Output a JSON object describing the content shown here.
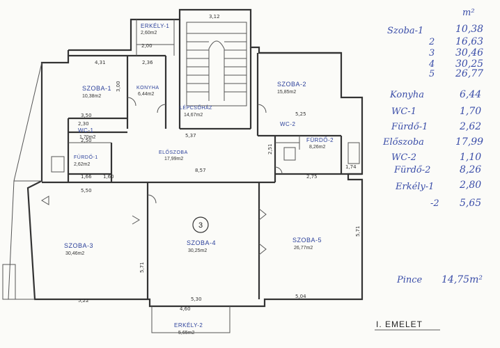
{
  "plan": {
    "floor_label": "I. EMELET",
    "unit_number": "3",
    "rooms": [
      {
        "key": "szoba1",
        "name": "SZOBA-1",
        "area": "10,38m2"
      },
      {
        "key": "szoba2",
        "name": "SZOBA-2",
        "area": "15,85m2"
      },
      {
        "key": "szoba3",
        "name": "SZOBA-3",
        "area": "30,46m2"
      },
      {
        "key": "szoba4",
        "name": "SZOBA-4",
        "area": "30,25m2"
      },
      {
        "key": "szoba5",
        "name": "SZOBA-5",
        "area": "26,77m2"
      },
      {
        "key": "konyha",
        "name": "KONYHA",
        "area": "6,44m2"
      },
      {
        "key": "lepcsohaz",
        "name": "LÉPCSŐHÁZ",
        "area": "14,67m2"
      },
      {
        "key": "eloszoba",
        "name": "ELŐSZOBA",
        "area": "17,99m2"
      },
      {
        "key": "wc1",
        "name": "WC-1",
        "area": "1,70m2"
      },
      {
        "key": "wc2",
        "name": "WC-2",
        "area": ""
      },
      {
        "key": "furdo1",
        "name": "FÜRDŐ-1",
        "area": "2,62m2"
      },
      {
        "key": "furdo2",
        "name": "FÜRDŐ-2",
        "area": "8,26m2"
      },
      {
        "key": "erkely1",
        "name": "ERKÉLY-1",
        "area": "2,60m2"
      },
      {
        "key": "erkely2",
        "name": "ERKÉLY-2",
        "area": "5,65m2"
      }
    ],
    "dimensions": [
      "3,12",
      "2,00",
      "2,36",
      "4,31",
      "3,00",
      "3,50",
      "2,50",
      "1,66",
      "5,50",
      "1,60",
      "5,37",
      "8,57",
      "5,25",
      "2,51",
      "2,75",
      "1,74",
      "5,71",
      "5,71",
      "5,22",
      "5,30",
      "5,04",
      "4,60",
      "2,30"
    ]
  },
  "legend": {
    "unit": "m²",
    "rows": [
      {
        "name": "Szoba-1",
        "value": "10,38"
      },
      {
        "name": "2",
        "value": "16,63"
      },
      {
        "name": "3",
        "value": "30,46"
      },
      {
        "name": "4",
        "value": "30,25"
      },
      {
        "name": "5",
        "value": "26,77"
      },
      {
        "name": "Konyha",
        "value": "6,44"
      },
      {
        "name": "WC-1",
        "value": "1,70"
      },
      {
        "name": "Fürdő-1",
        "value": "2,62"
      },
      {
        "name": "Előszoba",
        "value": "17,99"
      },
      {
        "name": "WC-2",
        "value": "1,10"
      },
      {
        "name": "Fürdő-2",
        "value": "8,26"
      },
      {
        "name": "Erkély-1",
        "value": "2,80"
      },
      {
        "name": "-2",
        "value": "5,65"
      }
    ],
    "pince_label": "Pince",
    "pince_value": "14,75m²"
  }
}
